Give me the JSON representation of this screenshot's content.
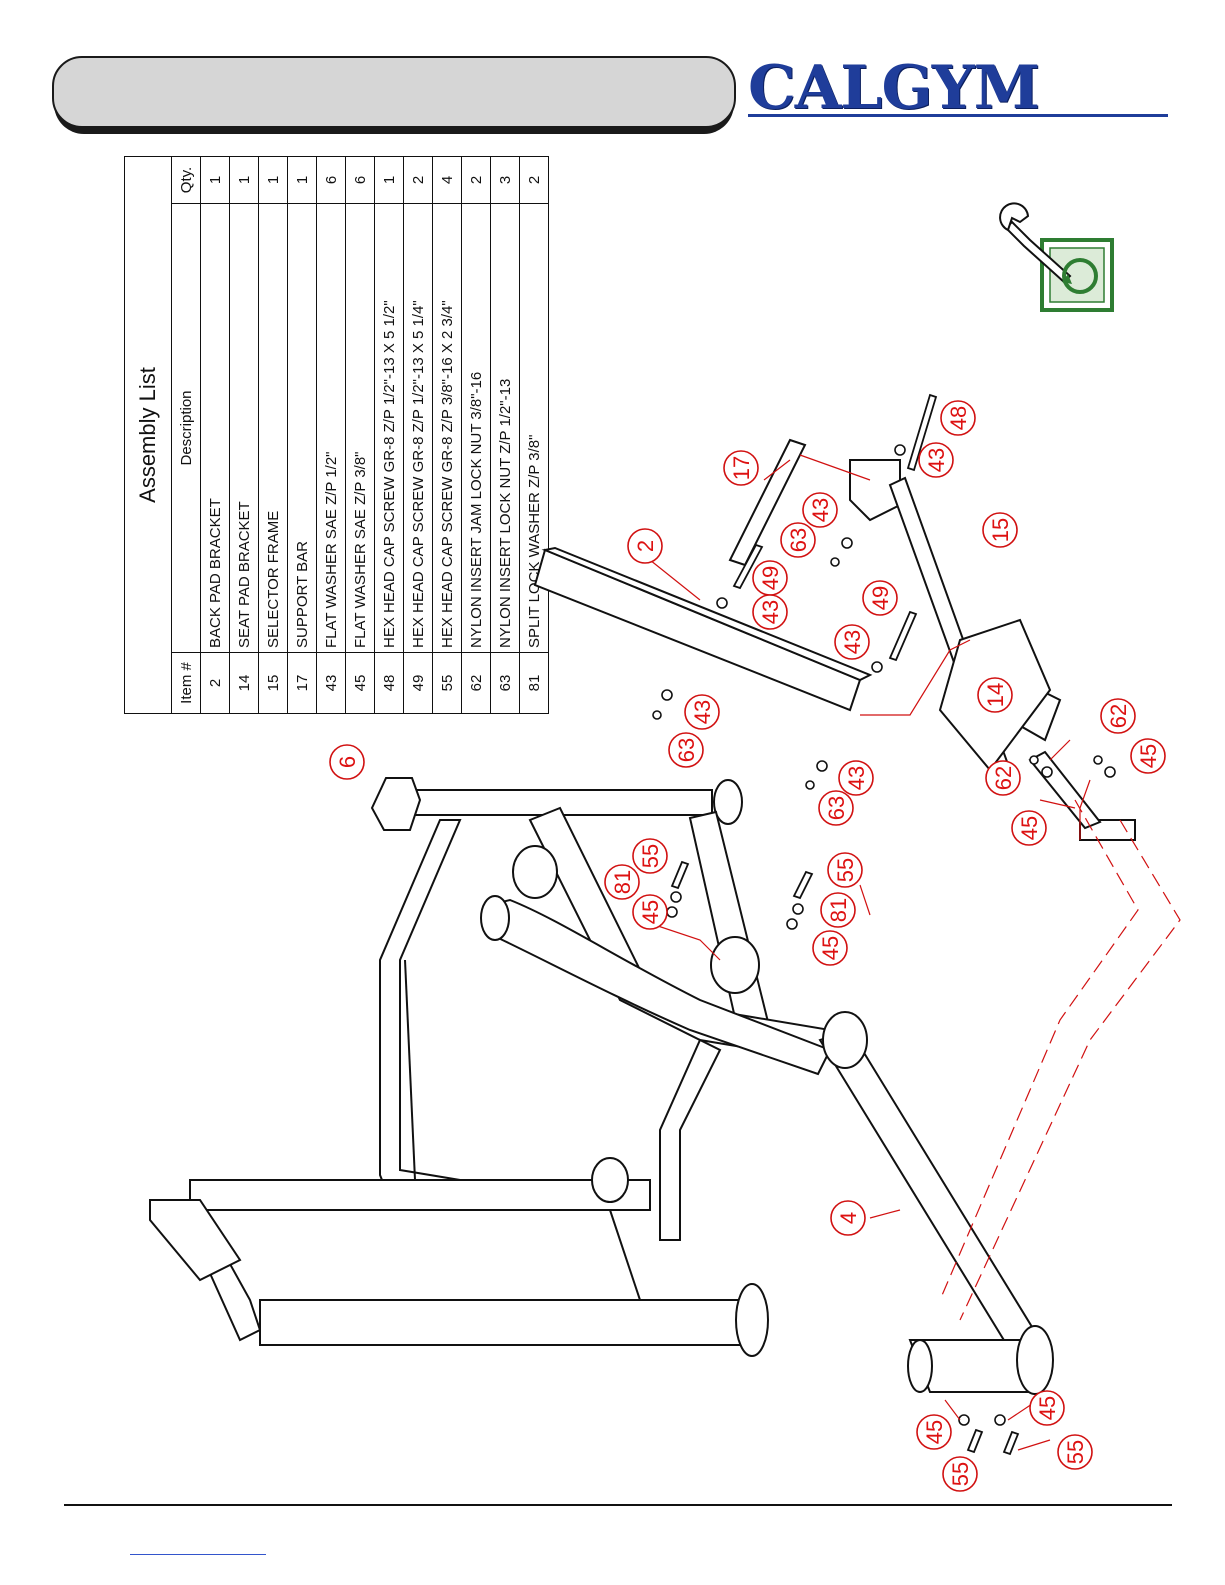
{
  "header": {
    "brand": "CALGYM"
  },
  "assembly_list": {
    "title": "Assembly List",
    "columns": {
      "item": "Item #",
      "description": "Description",
      "qty": "Qty."
    },
    "rows": [
      {
        "item": "2",
        "description": "BACK PAD BRACKET",
        "qty": "1"
      },
      {
        "item": "14",
        "description": "SEAT PAD BRACKET",
        "qty": "1"
      },
      {
        "item": "15",
        "description": "SELECTOR FRAME",
        "qty": "1"
      },
      {
        "item": "17",
        "description": "SUPPORT BAR",
        "qty": "1"
      },
      {
        "item": "43",
        "description": "FLAT WASHER SAE Z/P 1/2\"",
        "qty": "6"
      },
      {
        "item": "45",
        "description": "FLAT WASHER SAE Z/P 3/8\"",
        "qty": "6"
      },
      {
        "item": "48",
        "description": "HEX HEAD CAP SCREW GR-8 Z/P 1/2\"-13 X 5 1/2\"",
        "qty": "1"
      },
      {
        "item": "49",
        "description": "HEX HEAD CAP SCREW GR-8 Z/P 1/2\"-13 X 5 1/4\"",
        "qty": "2"
      },
      {
        "item": "55",
        "description": "HEX HEAD CAP SCREW GR-8 Z/P 3/8\"-16 X 2 3/4\"",
        "qty": "4"
      },
      {
        "item": "62",
        "description": "NYLON INSERT JAM LOCK NUT 3/8\"-16",
        "qty": "2"
      },
      {
        "item": "63",
        "description": "NYLON INSERT LOCK NUT Z/P 1/2\"-13",
        "qty": "3"
      },
      {
        "item": "81",
        "description": "SPLIT LOCK WASHER Z/P 3/8\"",
        "qty": "2"
      }
    ]
  },
  "callouts": [
    {
      "label": "6"
    },
    {
      "label": "17"
    },
    {
      "label": "48"
    },
    {
      "label": "43"
    },
    {
      "label": "43"
    },
    {
      "label": "63"
    },
    {
      "label": "15"
    },
    {
      "label": "2"
    },
    {
      "label": "49"
    },
    {
      "label": "43"
    },
    {
      "label": "49"
    },
    {
      "label": "43"
    },
    {
      "label": "14"
    },
    {
      "label": "43"
    },
    {
      "label": "63"
    },
    {
      "label": "43"
    },
    {
      "label": "63"
    },
    {
      "label": "62"
    },
    {
      "label": "62"
    },
    {
      "label": "45"
    },
    {
      "label": "45"
    },
    {
      "label": "55"
    },
    {
      "label": "81"
    },
    {
      "label": "45"
    },
    {
      "label": "55"
    },
    {
      "label": "81"
    },
    {
      "label": "45"
    },
    {
      "label": "4"
    },
    {
      "label": "45"
    },
    {
      "label": "45"
    },
    {
      "label": "55"
    },
    {
      "label": "55"
    }
  ],
  "colors": {
    "brand_blue": "#1f3d9a",
    "callout_red": "#d11111",
    "header_gray": "#d6d6d6",
    "tool_green": "#2e7d32"
  },
  "icons": [
    "wrench-icon",
    "rotate-arrow-icon"
  ]
}
